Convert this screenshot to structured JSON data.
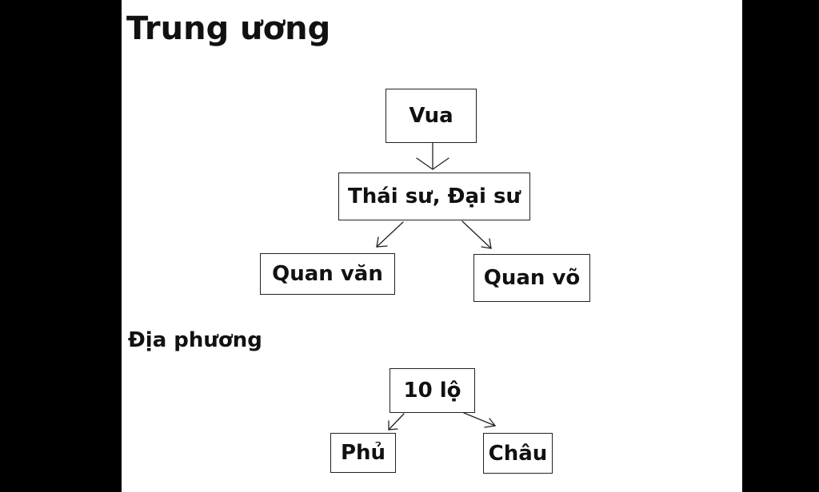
{
  "sections": {
    "central": {
      "title": "Trung ương",
      "nodes": {
        "king": "Vua",
        "grand_tutor": "Thái sư, Đại sư",
        "civil_officials": "Quan văn",
        "military_officials": "Quan võ"
      }
    },
    "local": {
      "title": "Địa phương",
      "nodes": {
        "circuits": "10 lộ",
        "prefecture": "Phủ",
        "district": "Châu"
      }
    }
  },
  "edges": [
    {
      "from": "Vua",
      "to": "Thái sư, Đại sư"
    },
    {
      "from": "Thái sư, Đại sư",
      "to": "Quan văn"
    },
    {
      "from": "Thái sư, Đại sư",
      "to": "Quan võ"
    },
    {
      "from": "10 lộ",
      "to": "Phủ"
    },
    {
      "from": "10 lộ",
      "to": "Châu"
    }
  ],
  "colors": {
    "background": "#000000",
    "canvas": "#ffffff",
    "stroke": "#222222",
    "text": "#111111"
  }
}
